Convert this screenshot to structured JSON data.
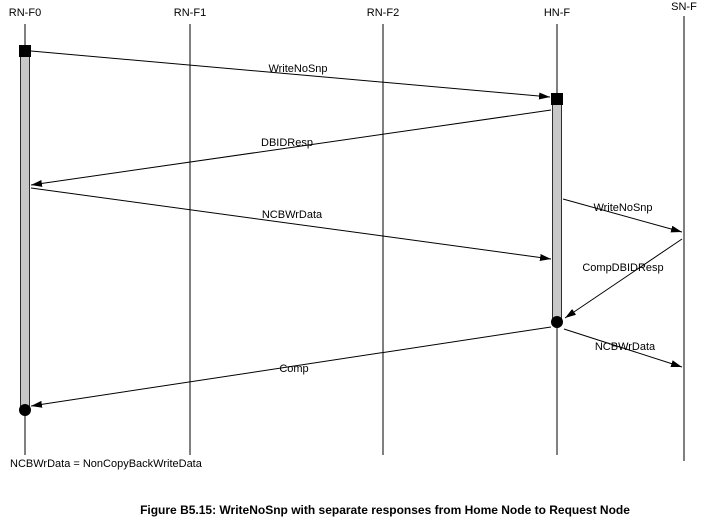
{
  "diagram": {
    "type": "sequence",
    "nodes": [
      {
        "label": "RN-F0"
      },
      {
        "label": "RN-F1"
      },
      {
        "label": "RN-F2"
      },
      {
        "label": "HN-F"
      },
      {
        "label": "SN-F"
      }
    ],
    "messages": [
      {
        "label": "WriteNoSnp",
        "from": "RN-F0",
        "to": "HN-F"
      },
      {
        "label": "DBIDResp",
        "from": "HN-F",
        "to": "RN-F0"
      },
      {
        "label": "NCBWrData",
        "from": "RN-F0",
        "to": "HN-F"
      },
      {
        "label": "WriteNoSnp",
        "from": "HN-F",
        "to": "SN-F"
      },
      {
        "label": "CompDBIDResp",
        "from": "SN-F",
        "to": "HN-F"
      },
      {
        "label": "NCBWrData",
        "from": "HN-F",
        "to": "SN-F"
      },
      {
        "label": "Comp",
        "from": "HN-F",
        "to": "RN-F0"
      }
    ],
    "footnote": "NCBWrData = NonCopyBackWriteData",
    "caption": "Figure B5.15: WriteNoSnp with separate responses from Home Node to Request Node"
  },
  "colors": {
    "line": "#000000",
    "text": "#000000",
    "activation_fill": "#c8c8c8",
    "background": "#ffffff"
  }
}
